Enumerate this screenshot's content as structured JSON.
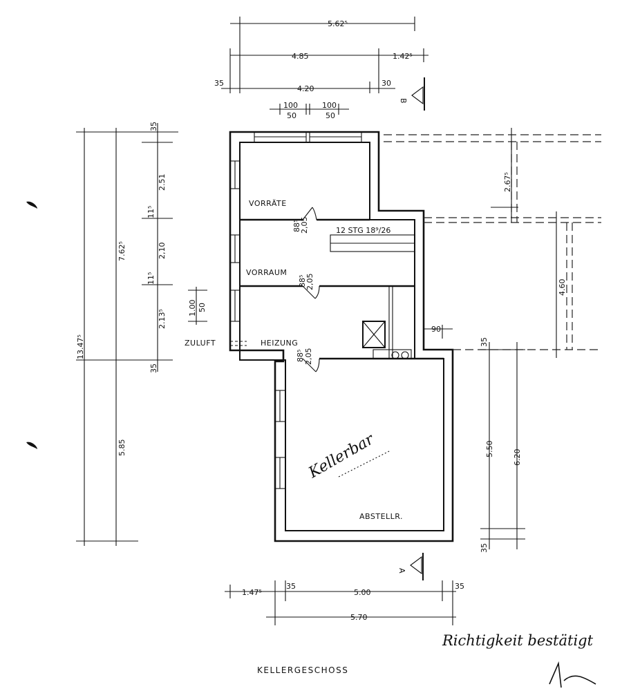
{
  "drawing": {
    "title": "KELLERGESCHOSS",
    "rooms": {
      "vorraete": "VORRÄTE",
      "vorraum": "VORRAUM",
      "heizung": "HEIZUNG",
      "abstellr": "ABSTELLR.",
      "zuluft": "ZULUFT"
    },
    "stair_label": "12 STG 18⁹/26",
    "section_markers": {
      "top": "B",
      "bottom": "A"
    },
    "doors": [
      {
        "width": "88⁵",
        "height": "2,05"
      },
      {
        "width": "88⁵",
        "height": "2,05"
      },
      {
        "width": "88⁵",
        "height": "2,05"
      }
    ],
    "dimensions": {
      "top_total": "5.62⁵",
      "top_mid": "4.85",
      "top_mid_right": "1.42⁵",
      "top_inner": "4.20",
      "top_left_35": "35",
      "top_right_30": "30",
      "window_1": "100",
      "window_1_sub": "50",
      "window_2": "100",
      "window_2_sub": "50",
      "left_total": "13.47⁵",
      "left_upper": "7.62⁵",
      "left_lower": "5.85",
      "left_35_top": "35",
      "left_251": "2.51",
      "left_11_1": "11⁵",
      "left_210": "2,10",
      "left_11_2": "11⁵",
      "left_213": "2.13⁵",
      "left_35_bottom": "35",
      "vent": "1.00",
      "vent_sub": "50",
      "right_267": "2.67⁵",
      "right_460": "4.60",
      "right_90": "90",
      "right_35_top": "35",
      "right_550": "5.50",
      "right_620": "6.20",
      "right_35_bottom": "35",
      "bottom_147": "1.47⁵",
      "bottom_35_left": "35",
      "bottom_500": "5.00",
      "bottom_35_right": "35",
      "bottom_570": "5.70"
    },
    "handwriting": {
      "keller_note": "Kellerbar",
      "certification": "Richtigkeit bestätigt"
    }
  }
}
